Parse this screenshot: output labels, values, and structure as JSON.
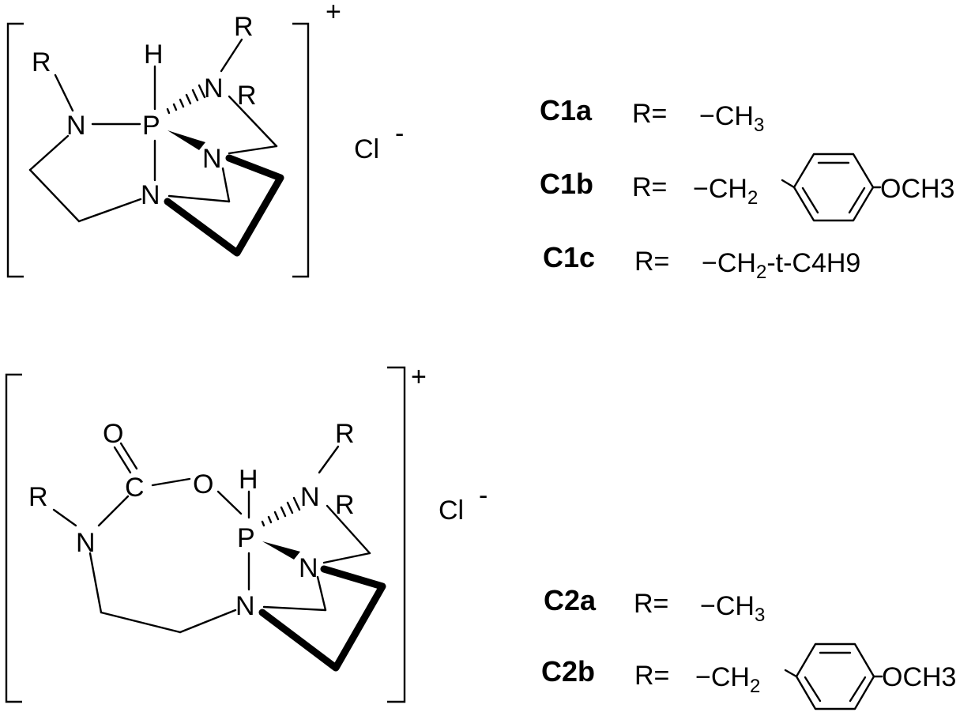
{
  "structure1": {
    "charge": "+",
    "counterion": "Cl",
    "counterion_charge": "-",
    "atoms": {
      "h": "H",
      "p": "P",
      "n_left": "N",
      "n_top": "N",
      "n_mid": "N",
      "n_bottom": "N",
      "r_left": "R",
      "r_top": "R",
      "r_mid": "R"
    }
  },
  "structure2": {
    "charge": "+",
    "counterion": "Cl",
    "counterion_charge": "-",
    "atoms": {
      "o_carbonyl": "O",
      "c_carbonyl": "C",
      "o_ester": "O",
      "h": "H",
      "p": "P",
      "n_left": "N",
      "n_top": "N",
      "n_mid": "N",
      "n_bottom": "N",
      "r_left": "R",
      "r_top": "R",
      "r_mid": "R"
    }
  },
  "compounds": [
    {
      "label": "C1a",
      "r_eq": "R=",
      "sub_main": "−CH",
      "sub_index": "3",
      "sub_tail": ""
    },
    {
      "label": "C1b",
      "r_eq": "R=",
      "sub_main": "−CH",
      "sub_index": "2",
      "sub_tail": "OCH3"
    },
    {
      "label": "C1c",
      "r_eq": "R=",
      "sub_main": "−CH",
      "sub_index": "2",
      "sub_tail": "-t-C4H9"
    },
    {
      "label": "C2a",
      "r_eq": "R=",
      "sub_main": "−CH",
      "sub_index": "3",
      "sub_tail": ""
    },
    {
      "label": "C2b",
      "r_eq": "R=",
      "sub_main": "−CH",
      "sub_index": "2",
      "sub_tail": "OCH3"
    }
  ]
}
